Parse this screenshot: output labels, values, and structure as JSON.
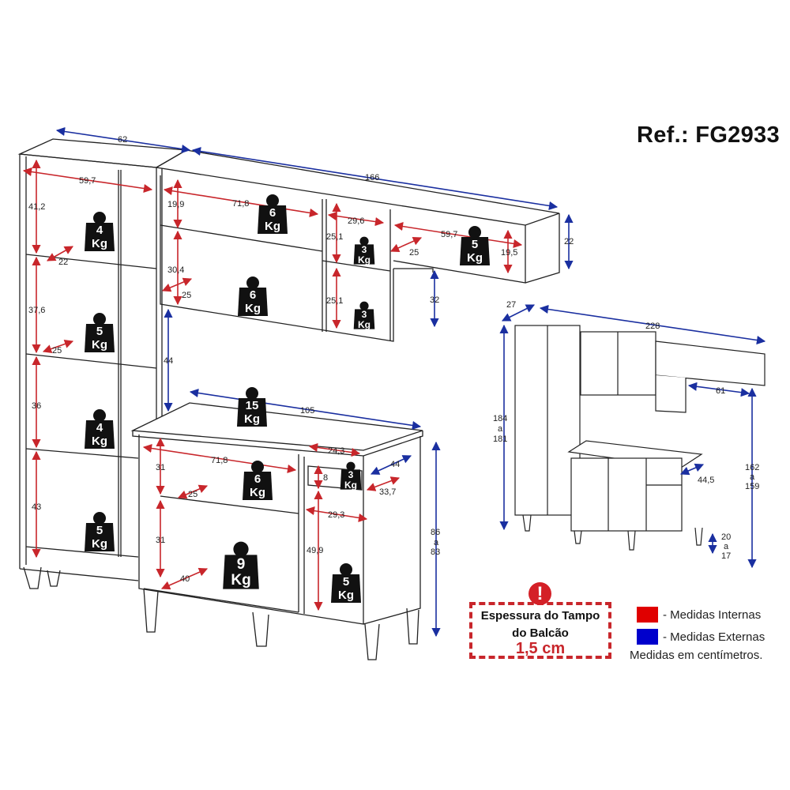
{
  "header": {
    "reference": "Ref.: FG2933"
  },
  "colors": {
    "internal": "#e00000",
    "external": "#0000cc",
    "arrow_internal": "#c8262b",
    "arrow_external": "#1a2fa0",
    "weight_tag": "#111111",
    "tampo_border": "#c8262b"
  },
  "tall_cabinet": {
    "width": "62",
    "inner_width": "59,7",
    "shelf_heights": [
      "41,2",
      "37,6",
      "36",
      "43"
    ],
    "depths": [
      "22",
      "25"
    ],
    "loads": [
      "4",
      "5",
      "4",
      "5"
    ]
  },
  "upper_cabinet": {
    "width": "166",
    "left_inner_width": "71,8",
    "left_heights": [
      "19,9",
      "30,4"
    ],
    "left_depth": "25",
    "left_loads": [
      "6",
      "6"
    ],
    "mid_inner_width": "29,6",
    "mid_heights": [
      "25,1",
      "25,1"
    ],
    "mid_loads": [
      "3",
      "3"
    ],
    "right_inner_width": "59,7",
    "right_height": "19,5",
    "right_depth": "25",
    "right_load": "5",
    "right_outer_height": "22",
    "gap_below_right": "32",
    "gap_to_counter": "44"
  },
  "counter_cabinet": {
    "width": "105",
    "top_load": "15",
    "left_inner_width": "71,8",
    "left_heights": [
      "31",
      "31"
    ],
    "left_depths": [
      "25",
      "40"
    ],
    "left_loads": [
      "6",
      "9"
    ],
    "drawer_width": "24,3",
    "drawer_height": "8",
    "drawer_depth": "33,7",
    "drawer_load": "3",
    "outer_depth": "44",
    "right_inner_width": "29,3",
    "right_height": "49,9",
    "right_load": "5",
    "height": [
      "86",
      "a",
      "83"
    ]
  },
  "overview": {
    "depth": "27",
    "width": "228",
    "height": [
      "184",
      "a",
      "181"
    ],
    "shelf_width": "61",
    "counter_depth": "44,5",
    "upper_height": [
      "162",
      "a",
      "159"
    ],
    "foot_height": [
      "20",
      "a",
      "17"
    ]
  },
  "unit_kg": "Kg",
  "tampo": {
    "title_line1": "Espessura do Tampo",
    "title_line2": "do Balcão",
    "value": "1,5 cm",
    "alert_icon": "!"
  },
  "legend": {
    "internal": "- Medidas Internas",
    "external": "- Medidas Externas",
    "units_note": "Medidas em centímetros."
  }
}
